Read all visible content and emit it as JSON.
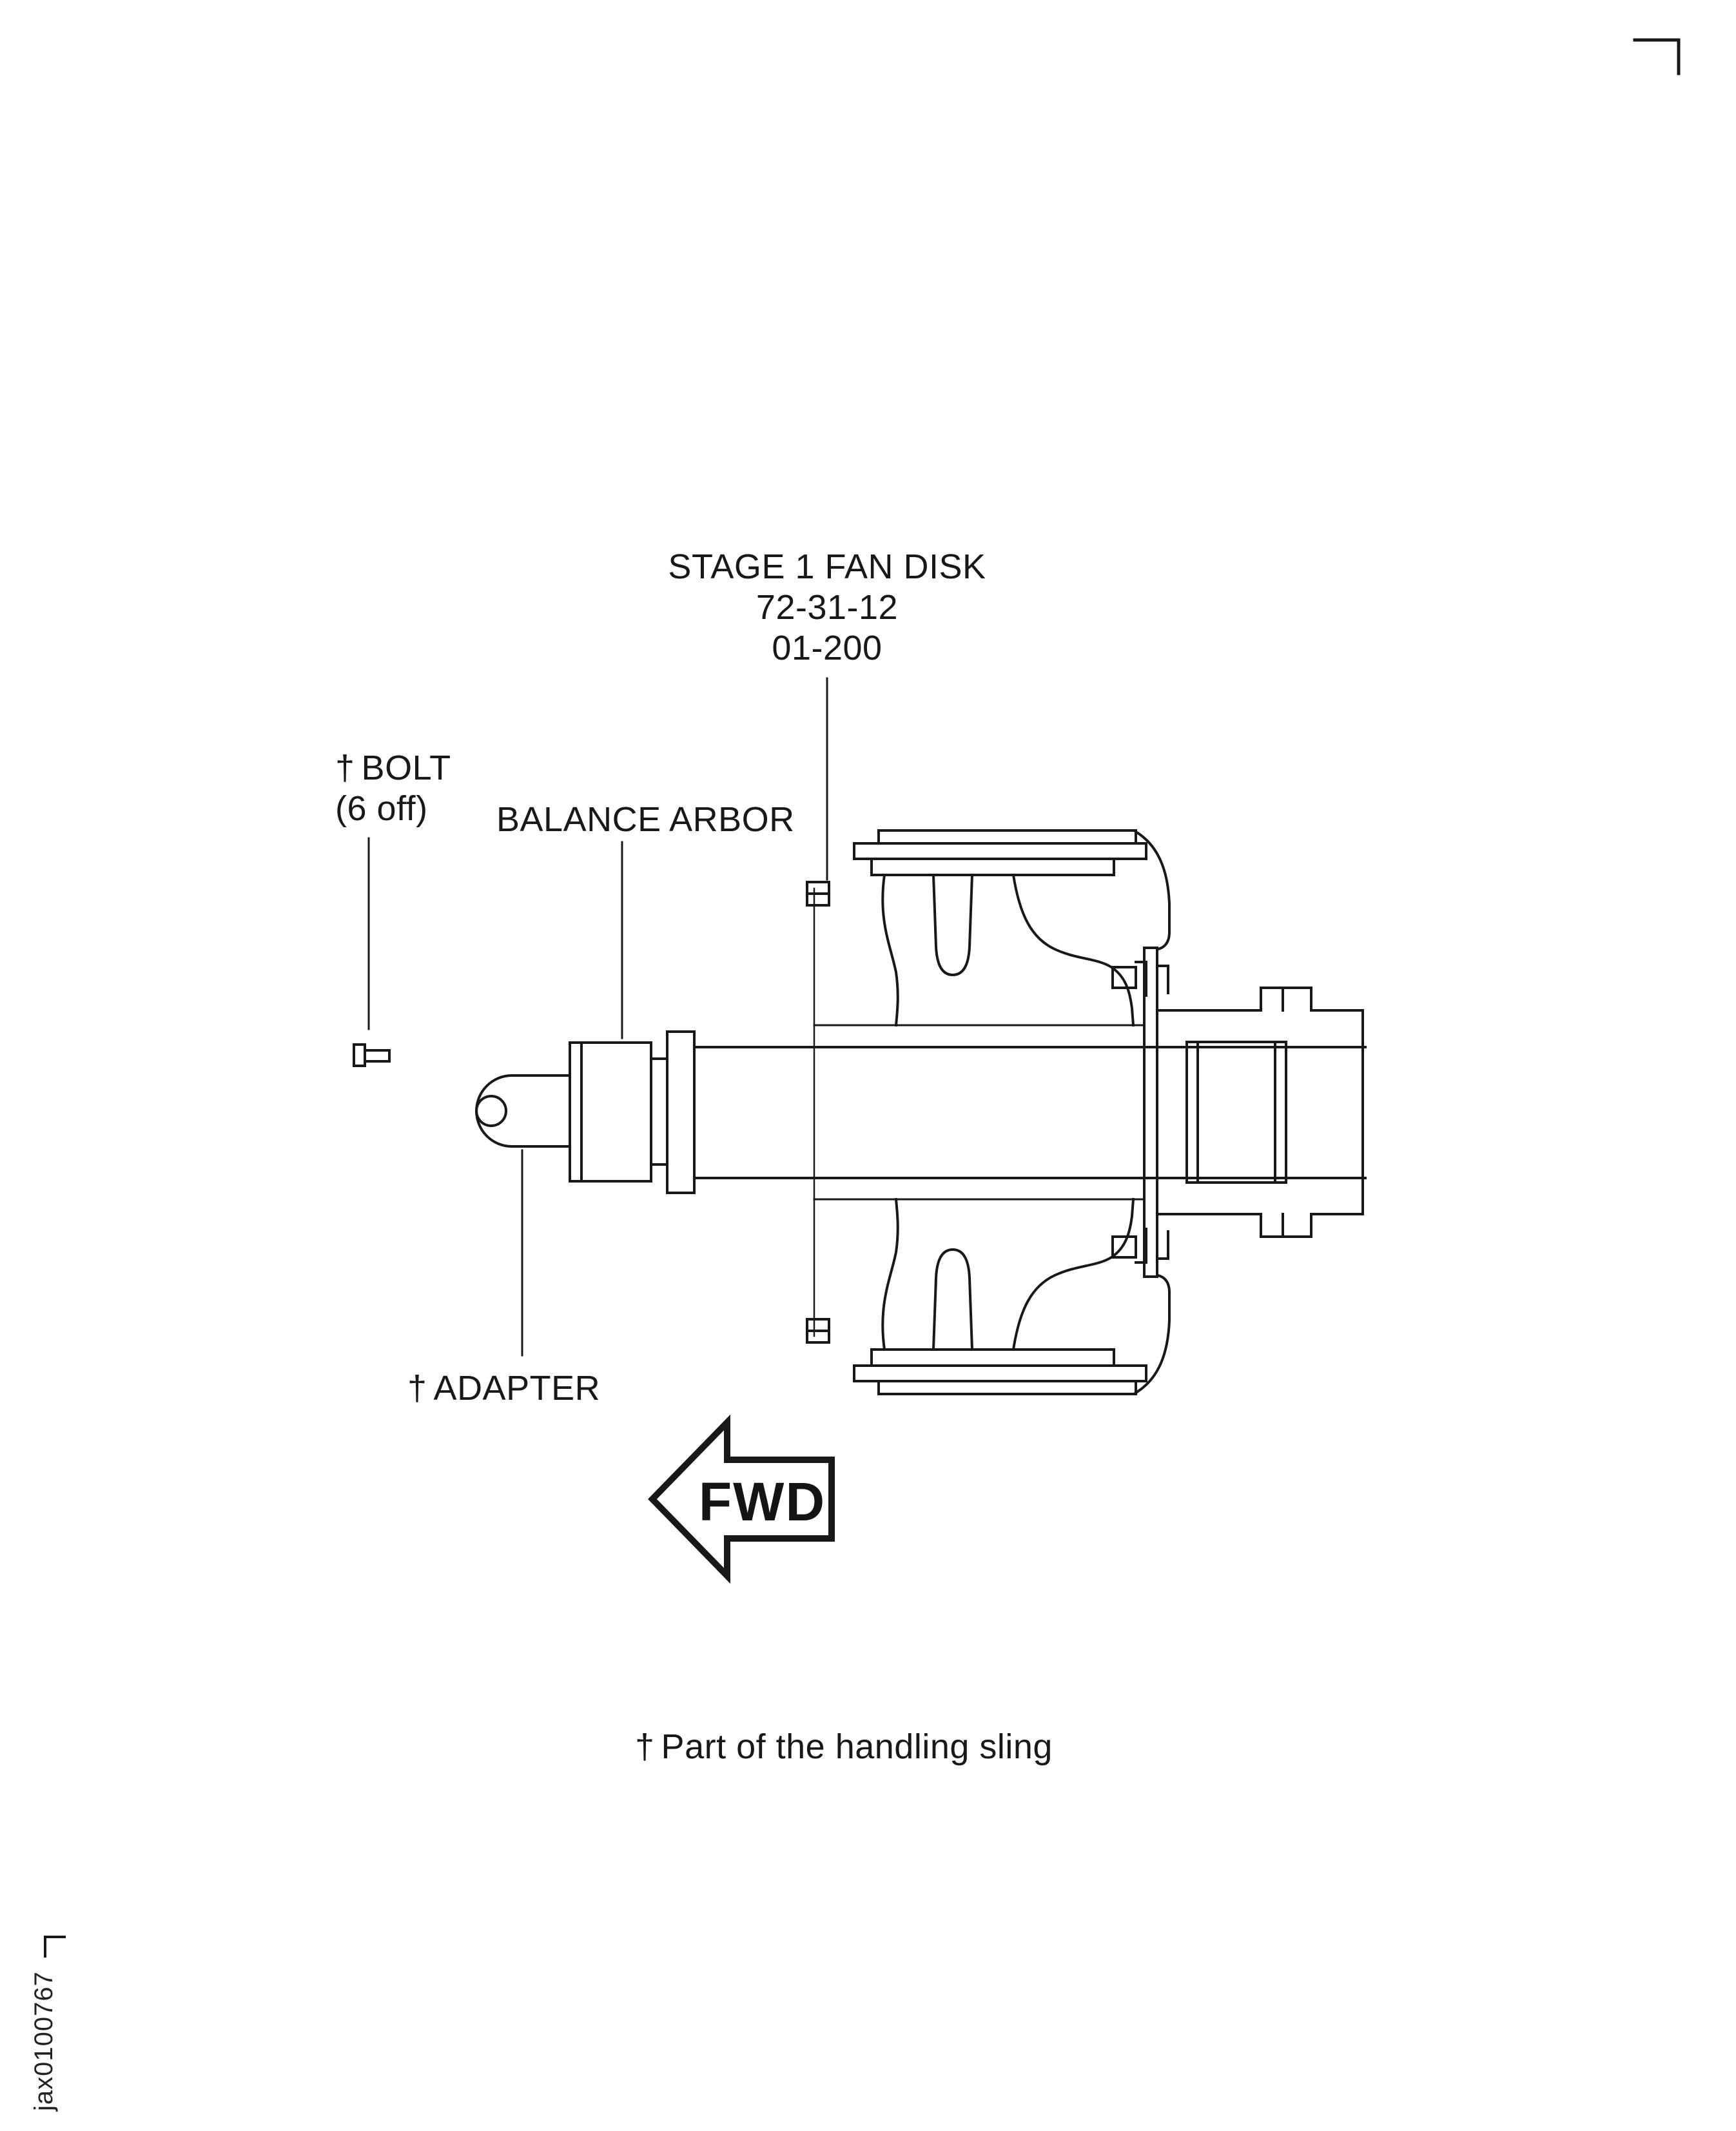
{
  "colors": {
    "background": "#ffffff",
    "ink": "#181818"
  },
  "callouts": {
    "fan_disk": {
      "title": "STAGE 1 FAN DISK",
      "ref_line1": "72-31-12",
      "ref_line2": "01-200"
    },
    "bolt": {
      "marker": "†",
      "label": "BOLT",
      "qty": "(6 off)"
    },
    "balance_arbor": {
      "label": "BALANCE ARBOR"
    },
    "adapter": {
      "marker": "†",
      "label": "ADAPTER"
    }
  },
  "direction_arrow": {
    "label": "FWD"
  },
  "footnote": {
    "marker": "†",
    "text": "Part of the handling sling"
  },
  "figure_code": "jax0100767"
}
